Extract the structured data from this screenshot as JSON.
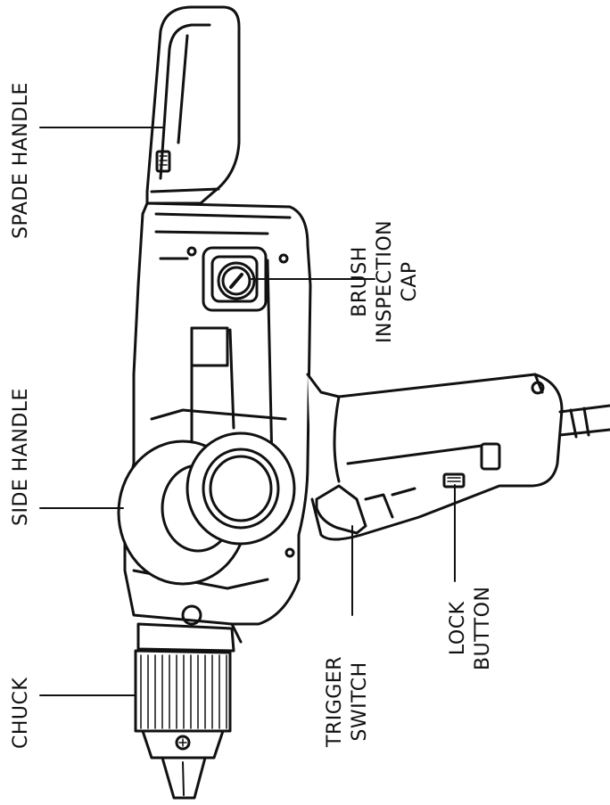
{
  "diagram": {
    "labels": {
      "spade_handle": [
        "SPADE HANDLE"
      ],
      "side_handle": [
        "SIDE HANDLE"
      ],
      "chuck": [
        "CHUCK"
      ],
      "brush_inspection_cap": [
        "BRUSH",
        "INSPECTION",
        "CAP"
      ],
      "trigger_switch": [
        "TRIGGER",
        "SWITCH"
      ],
      "lock_button": [
        "LOCK",
        "BUTTON"
      ]
    }
  }
}
